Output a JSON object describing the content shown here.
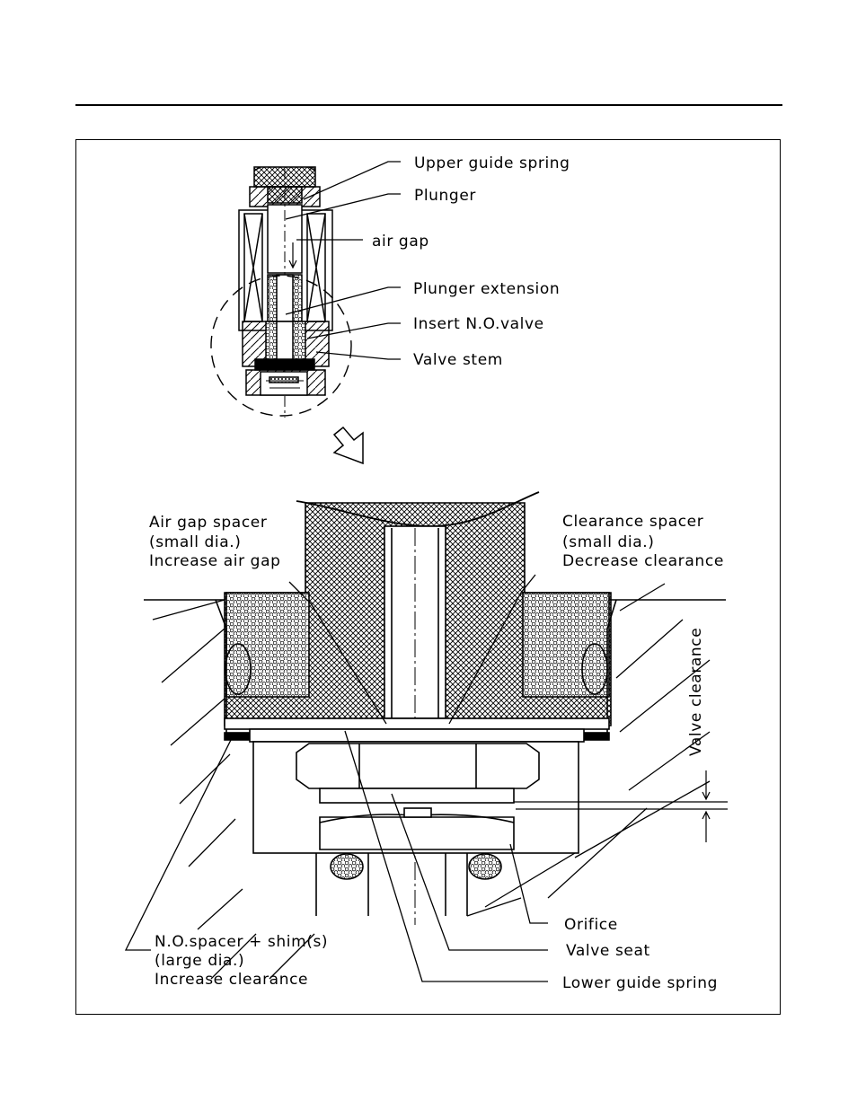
{
  "labels": {
    "upper_guide_spring": "Upper guide spring",
    "plunger": "Plunger",
    "air_gap": "air gap",
    "plunger_extension": "Plunger extension",
    "insert_no_valve": "Insert N.O.valve",
    "valve_stem": "Valve stem",
    "air_gap_spacer": [
      "Air gap spacer",
      "(small dia.)",
      "Increase air gap"
    ],
    "clearance_spacer": [
      "Clearance spacer",
      "(small dia.)",
      "Decrease clearance"
    ],
    "valve_clearance": "Valve clearance",
    "orifice": "Orifice",
    "valve_seat": "Valve seat",
    "lower_guide_spring": "Lower guide spring",
    "no_spacer": [
      "N.O.spacer + shim(s)",
      "(large dia.)",
      "Increase clearance"
    ]
  }
}
